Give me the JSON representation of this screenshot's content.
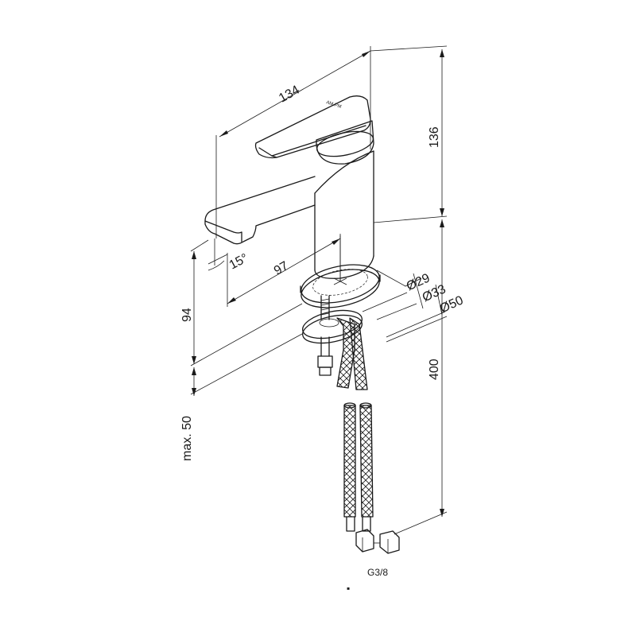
{
  "dimensions": {
    "width_top": "134",
    "height_total": "136",
    "spout_reach": "97",
    "angle": "15°",
    "spout_height": "94",
    "max_thickness": "max. 50",
    "hose_length": "400",
    "dia_29": "Ø29",
    "dia_33": "Ø33",
    "dia_50": "Ø50",
    "thread": "G3/8"
  },
  "logo_text": "AM.PM",
  "colors": {
    "line": "#1a1a1a",
    "background": "#ffffff"
  }
}
